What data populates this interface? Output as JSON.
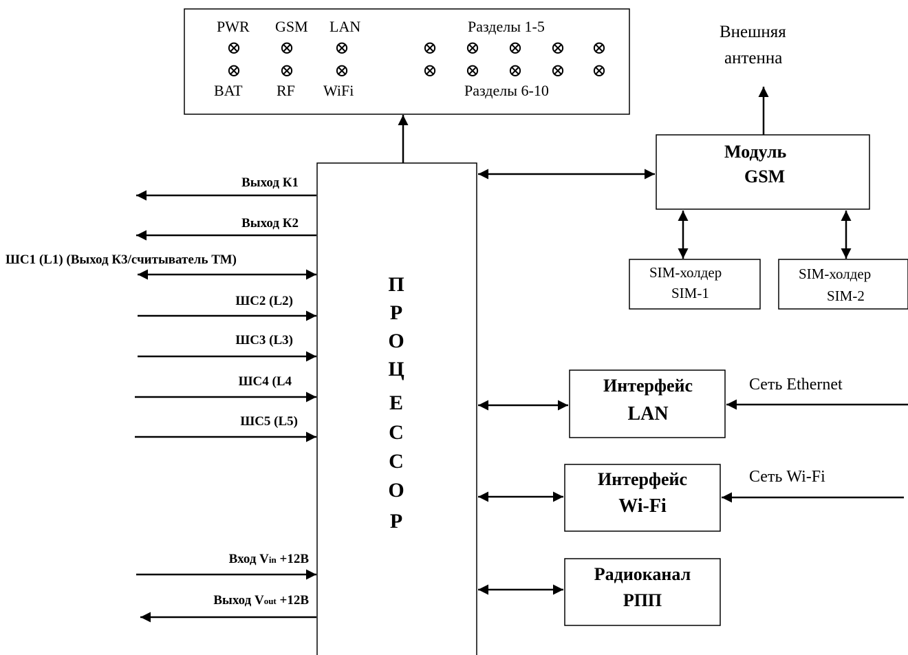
{
  "panel": {
    "top_labels": [
      "PWR",
      "GSM",
      "LAN"
    ],
    "bottom_labels": [
      "BAT",
      "RF",
      "WiFi"
    ],
    "sections_top": "Разделы 1-5",
    "sections_bottom": "Разделы 6-10",
    "led_symbol": "⊗"
  },
  "antenna": {
    "line1": "Внешняя",
    "line2": "антенна"
  },
  "gsm": {
    "line1": "Модуль",
    "line2": "GSM"
  },
  "sim1": {
    "line1": "SIM-холдер",
    "line2": "SIM-1"
  },
  "sim2": {
    "line1": "SIM-холдер",
    "line2": "SIM-2"
  },
  "processor": {
    "letters": [
      "П",
      "Р",
      "О",
      "Ц",
      "Е",
      "С",
      "С",
      "О",
      "Р"
    ]
  },
  "lan": {
    "line1": "Интерфейс",
    "line2": "LAN",
    "network": "Сеть Ethernet"
  },
  "wifi": {
    "line1": "Интерфейс",
    "line2": "Wi-Fi",
    "network": "Сеть Wi-Fi"
  },
  "radio": {
    "line1": "Радиоканал",
    "line2": "РПП"
  },
  "left_io": {
    "out_k1": "Выход К1",
    "out_k2": "Выход К2",
    "shs1": "ШС1 (L1) (Выход К3/считыватель ТМ)",
    "shs2": "ШС2 (L2)",
    "shs3": "ШС3 (L3)",
    "shs4": "ШС4 (L4",
    "shs5": "ШС5 (L5)",
    "vin_prefix": "Вход V",
    "vin_sub": "in",
    "vin_suffix": " +12В",
    "vout_prefix": "Выход V",
    "vout_sub": "out",
    "vout_suffix": " +12В"
  }
}
